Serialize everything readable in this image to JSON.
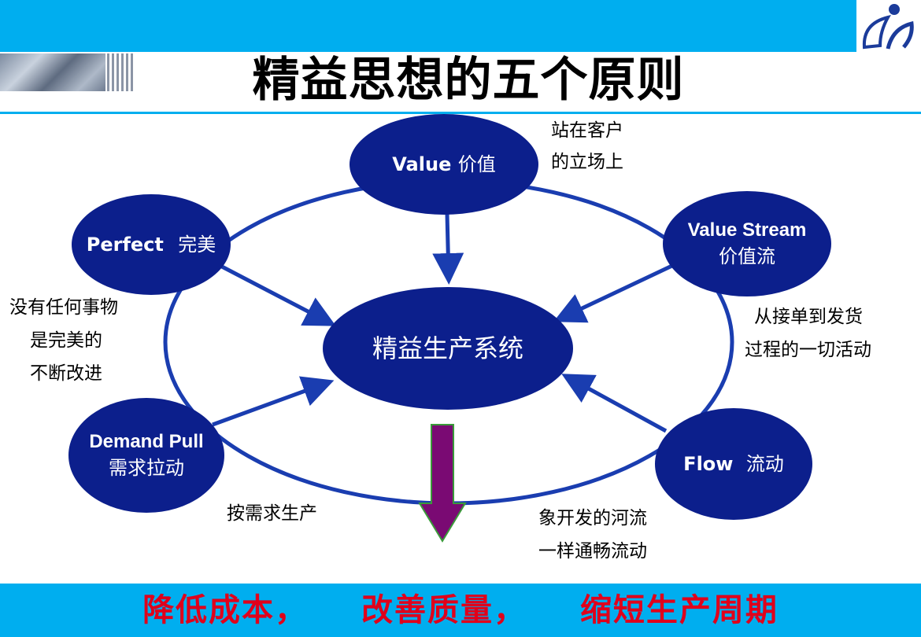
{
  "header": {
    "title": "精益思想的五个原则"
  },
  "nodes": {
    "value": {
      "en": "Value",
      "zh": "价值"
    },
    "value_stream": {
      "en": "Value Stream",
      "zh": "价值流"
    },
    "flow": {
      "en": "Flow",
      "zh": "流动"
    },
    "demand_pull": {
      "en": "Demand Pull",
      "zh": "需求拉动"
    },
    "perfect": {
      "en": "Perfect",
      "zh": "完美"
    },
    "center": {
      "label": "精益生产系统"
    }
  },
  "notes": {
    "value": [
      "站在客户",
      "的立场上"
    ],
    "value_stream": [
      "从接单到发货",
      "过程的一切活动"
    ],
    "flow": [
      "象开发的河流",
      "一样通畅流动"
    ],
    "demand_pull": [
      "按需求生产"
    ],
    "perfect": [
      "没有任何事物",
      "是完美的",
      "不断改进"
    ]
  },
  "footer": {
    "slogan": [
      "降低成本，",
      "改善质量，",
      "缩短生产周期"
    ]
  },
  "colors": {
    "band": "#00aeef",
    "node": "#0c1f8c",
    "ring": "#1a3db0",
    "down_arrow": "#7a0a73",
    "down_arrow_outline": "#3a9a3a",
    "slogan": "#e0001b"
  }
}
